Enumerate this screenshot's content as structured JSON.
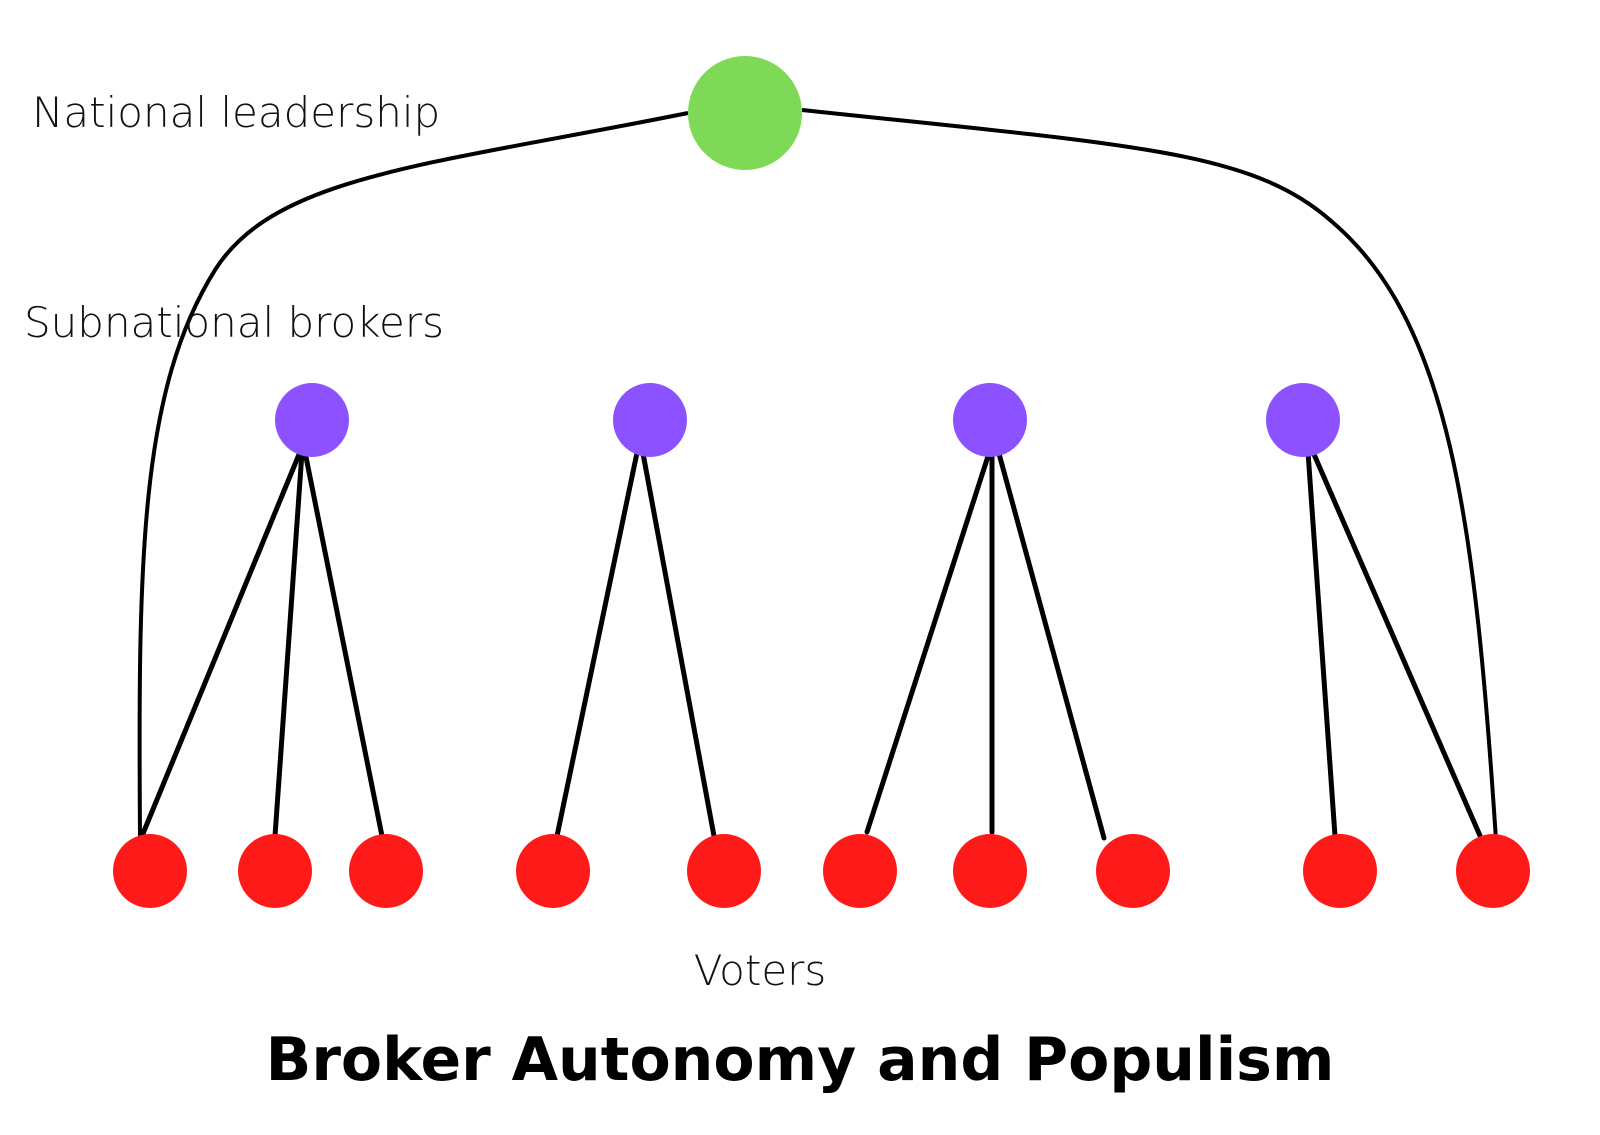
{
  "title": "Broker Autonomy and Populism",
  "levels": {
    "national": "National leadership",
    "brokers": "Subnational brokers",
    "voters": "Voters"
  },
  "colors": {
    "national": "#7ed957",
    "broker": "#8c52ff",
    "voter": "#ff1a1a",
    "edge": "#000000"
  },
  "nodes": {
    "national": [
      {
        "id": "leader"
      }
    ],
    "brokers": [
      {
        "id": "b1"
      },
      {
        "id": "b2"
      },
      {
        "id": "b3"
      },
      {
        "id": "b4"
      }
    ],
    "voters": [
      {
        "id": "v1"
      },
      {
        "id": "v2"
      },
      {
        "id": "v3"
      },
      {
        "id": "v4"
      },
      {
        "id": "v5"
      },
      {
        "id": "v6"
      },
      {
        "id": "v7"
      },
      {
        "id": "v8"
      },
      {
        "id": "v9"
      },
      {
        "id": "v10"
      }
    ]
  },
  "edges": [
    {
      "from": "leader",
      "to": "v1",
      "kind": "direct"
    },
    {
      "from": "leader",
      "to": "v10",
      "kind": "direct"
    },
    {
      "from": "b1",
      "to": "v1"
    },
    {
      "from": "b1",
      "to": "v2"
    },
    {
      "from": "b1",
      "to": "v3"
    },
    {
      "from": "b2",
      "to": "v4"
    },
    {
      "from": "b2",
      "to": "v5"
    },
    {
      "from": "b3",
      "to": "v6"
    },
    {
      "from": "b3",
      "to": "v7"
    },
    {
      "from": "b3",
      "to": "v8"
    },
    {
      "from": "b4",
      "to": "v9"
    },
    {
      "from": "b4",
      "to": "v10"
    }
  ]
}
